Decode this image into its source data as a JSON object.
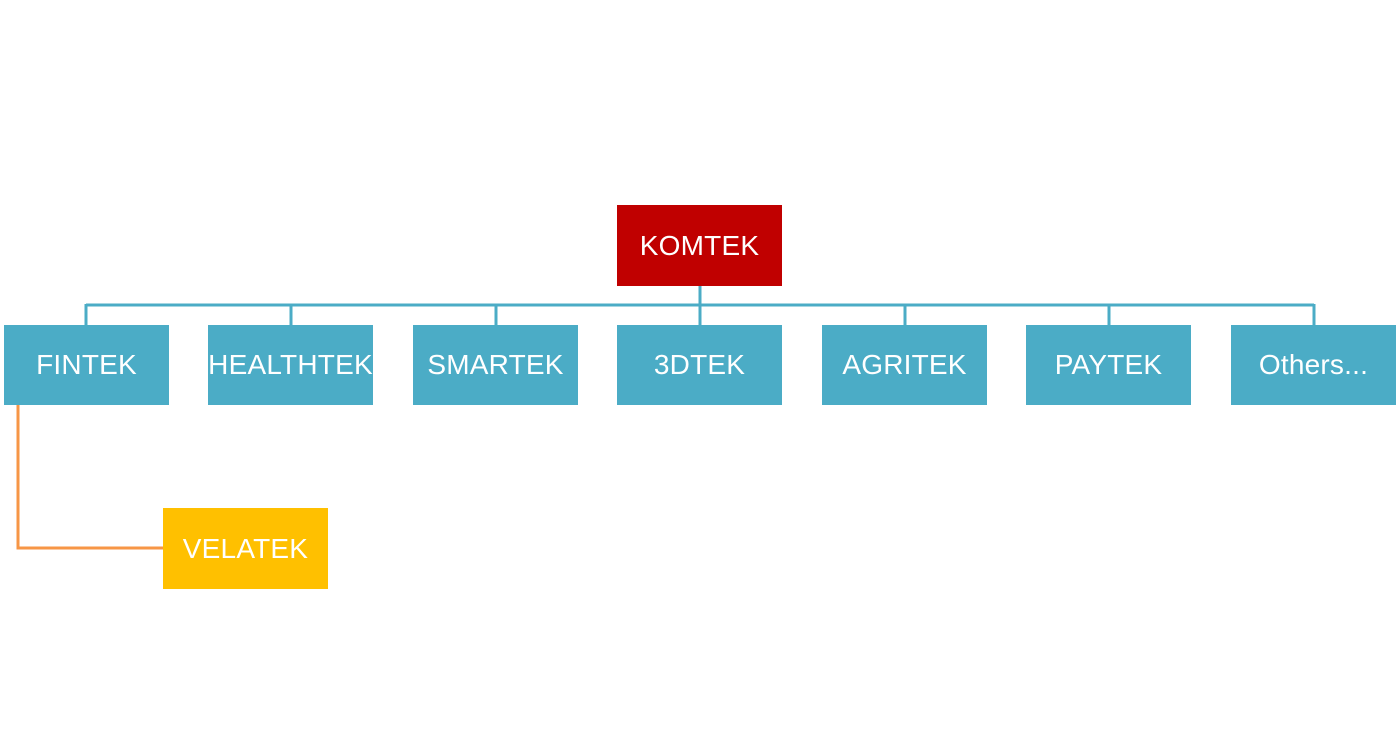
{
  "colors": {
    "root_fill": "#c00000",
    "child_fill": "#4bacc6",
    "grandchild_fill": "#ffc000",
    "connector_blue": "#4bacc6",
    "connector_orange": "#f79646",
    "text": "#ffffff"
  },
  "root": {
    "label": "KOMTEK"
  },
  "children": [
    {
      "label": "FINTEK"
    },
    {
      "label": "HEALTHTEK"
    },
    {
      "label": "SMARTEK"
    },
    {
      "label": "3DTEK"
    },
    {
      "label": "AGRITEK"
    },
    {
      "label": "PAYTEK"
    },
    {
      "label": "Others..."
    }
  ],
  "grandchild": {
    "label": "VELATEK",
    "parent": "FINTEK"
  }
}
